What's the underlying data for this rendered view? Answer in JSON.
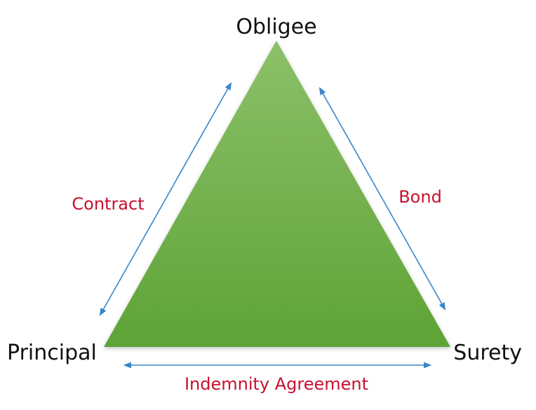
{
  "nodes": {
    "top": "Obligee",
    "left": "Principal",
    "right": "Surety"
  },
  "edges": {
    "left": "Contract",
    "right": "Bond",
    "bottom": "Indemnity Agreement"
  },
  "colors": {
    "triangle_top": "#8cc069",
    "triangle_bottom": "#5ea336",
    "arrow": "#3a86c8",
    "edge_label": "#c8102e",
    "node_label": "#111111"
  }
}
